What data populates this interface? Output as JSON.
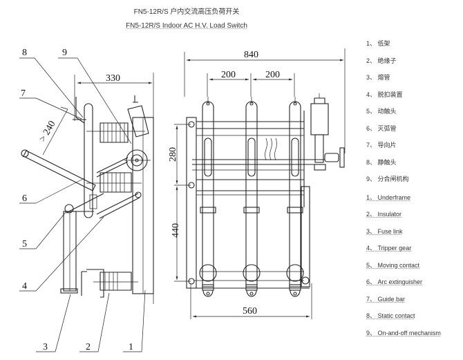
{
  "title": {
    "chinese": "FN5-12R/S  户内交流高压负荷开关",
    "english": "FN5-12R/S Indoor AC H.V. Load Switch"
  },
  "dimensions": {
    "side_width": "330",
    "clearance": "> 240",
    "front_width": "840",
    "pole_spacing_1": "200",
    "pole_spacing_2": "200",
    "upper_height": "280",
    "lower_height": "440",
    "base_width": "560"
  },
  "callouts": [
    "1",
    "2",
    "3",
    "4",
    "5",
    "6",
    "7",
    "8",
    "9"
  ],
  "legend": {
    "chinese": [
      "1、 低架",
      "2、 绝缘子",
      "3、 熔管",
      "4、 脱扣装置",
      "5、 动触头",
      "6、 灭弧管",
      "7、 导向片",
      "8、 静触头",
      "9、 分合闸机构"
    ],
    "english": [
      "1、 Underframe",
      "2、 Insulator",
      "3、 Fuse link",
      "4、 Tripper gear",
      "5、 Moving contact",
      "6、 Arc extinguisher",
      "7、 Guide bar",
      "8、 Static contact",
      "9、 On-and-off mechanism"
    ]
  }
}
